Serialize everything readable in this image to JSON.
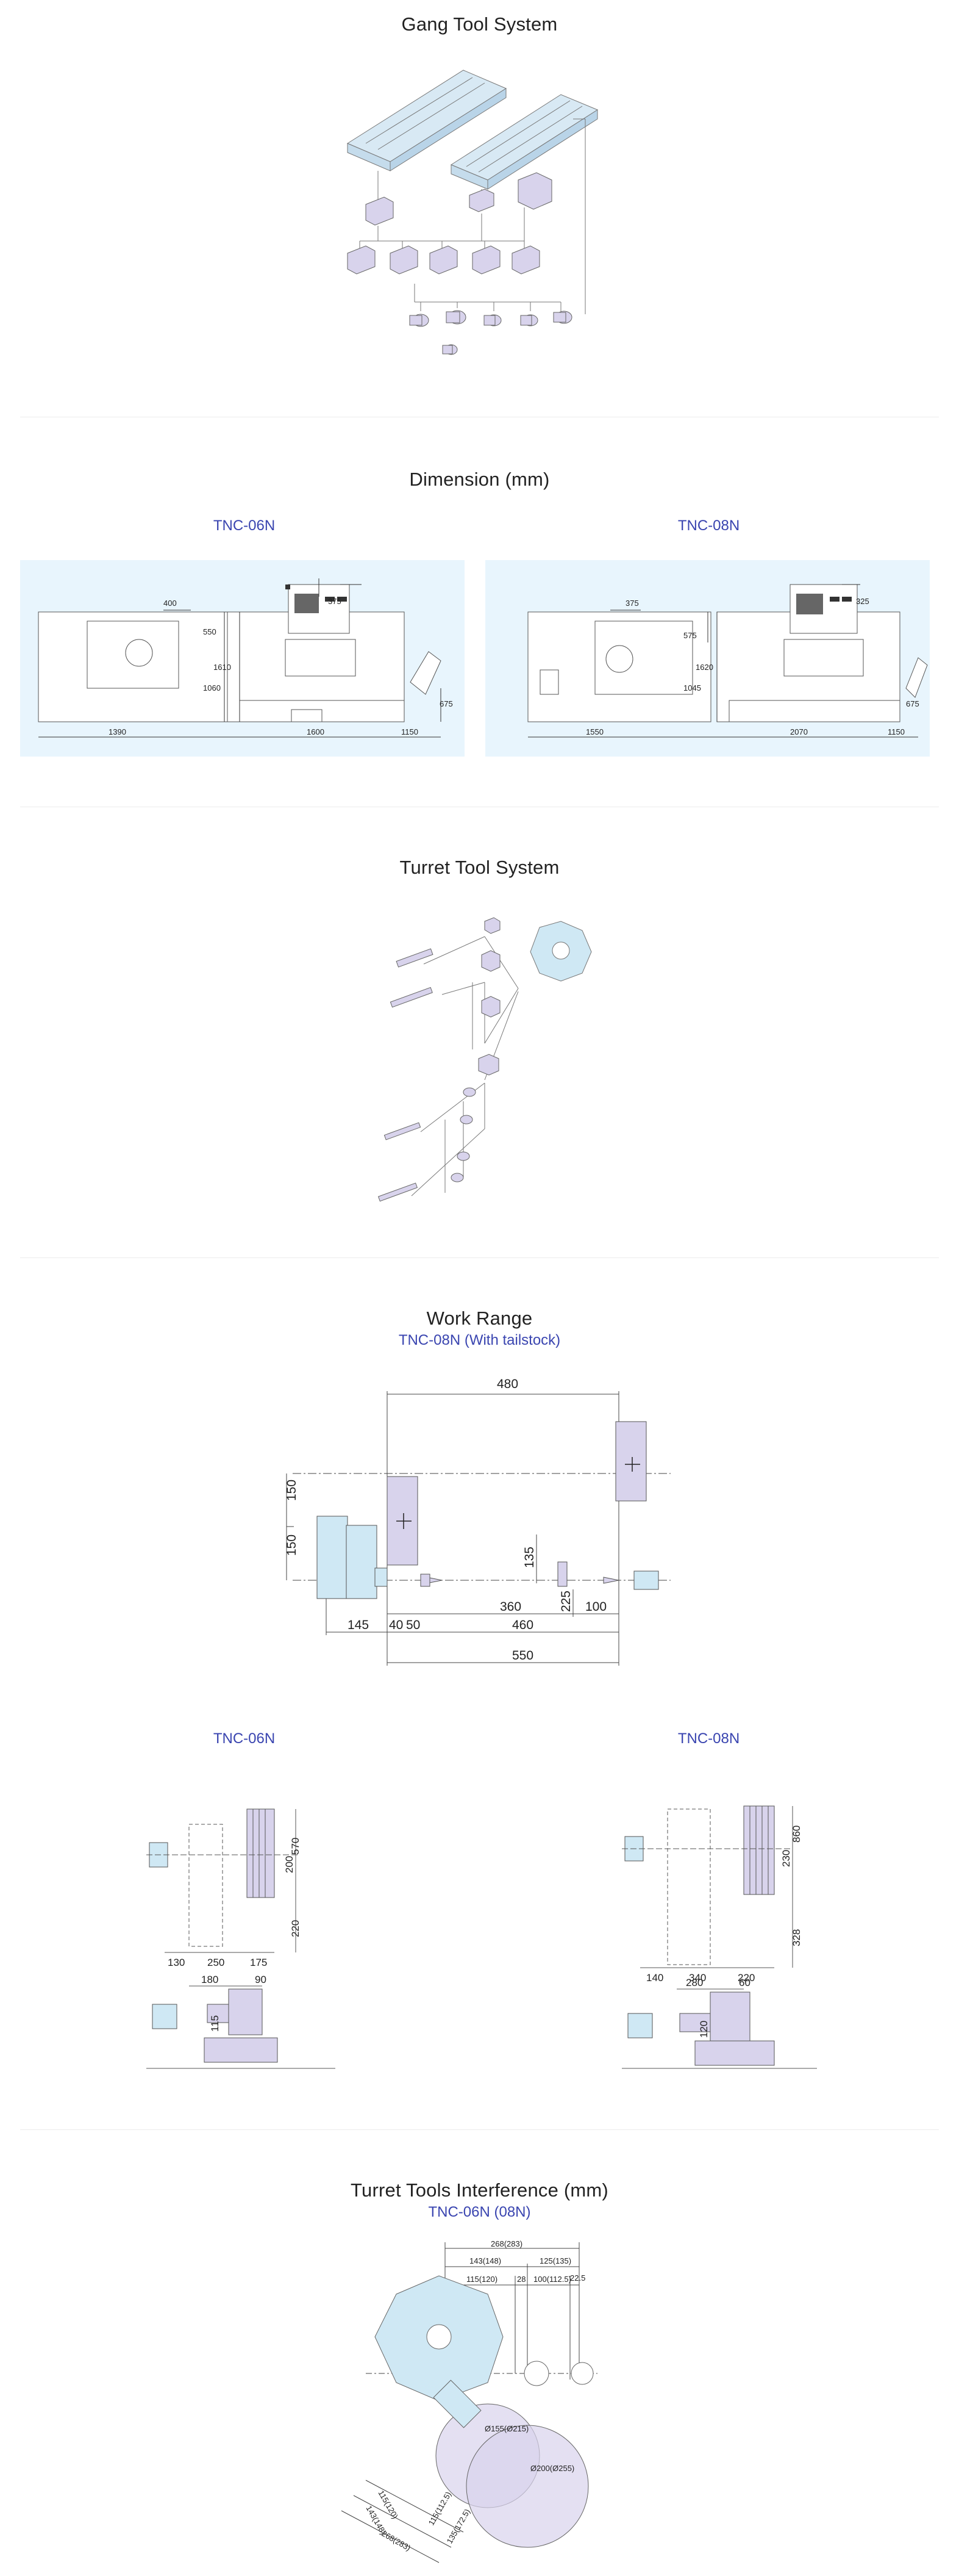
{
  "sections": {
    "gang": {
      "title": "Gang Tool System"
    },
    "dimension": {
      "title": "Dimension (mm)",
      "left": {
        "model": "TNC-06N",
        "dims": [
          "400",
          "375",
          "550",
          "1610",
          "1060",
          "675",
          "1390",
          "1600",
          "1150"
        ]
      },
      "right": {
        "model": "TNC-08N",
        "dims": [
          "375",
          "325",
          "575",
          "1620",
          "1045",
          "675",
          "1550",
          "2070",
          "1150"
        ]
      }
    },
    "turret": {
      "title": "Turret Tool System"
    },
    "work_range": {
      "title": "Work Range",
      "subtitle": "TNC-08N (With tailstock)",
      "dims": [
        "480",
        "150",
        "150",
        "135",
        "225",
        "360",
        "100",
        "145",
        "40",
        "50",
        "460",
        "550"
      ]
    },
    "models": {
      "left": {
        "model": "TNC-06N",
        "dims_a": [
          "570",
          "200",
          "220",
          "130",
          "250",
          "175"
        ],
        "dims_b": [
          "180",
          "90",
          "115"
        ]
      },
      "right": {
        "model": "TNC-08N",
        "dims_a": [
          "860",
          "230",
          "328",
          "140",
          "340",
          "220"
        ],
        "dims_b": [
          "280",
          "60",
          "120"
        ]
      }
    },
    "interference": {
      "title": "Turret Tools Interference (mm)",
      "subtitle": "TNC-06N (08N)",
      "dims": [
        "268(283)",
        "143(148)",
        "125(135)",
        "115(120)",
        "28",
        "100(112.5)",
        "22.5",
        "Ø155(Ø215)",
        "Ø200(Ø255)",
        "115(120)",
        "143(148)",
        "268(283)",
        "115(112.5)",
        "135(172.5)"
      ]
    }
  },
  "colors": {
    "accent": "#3a45b0",
    "panel": "#e8f5fd",
    "part_blue": "#cfe8f4",
    "part_lilac": "#d8d3ec"
  }
}
